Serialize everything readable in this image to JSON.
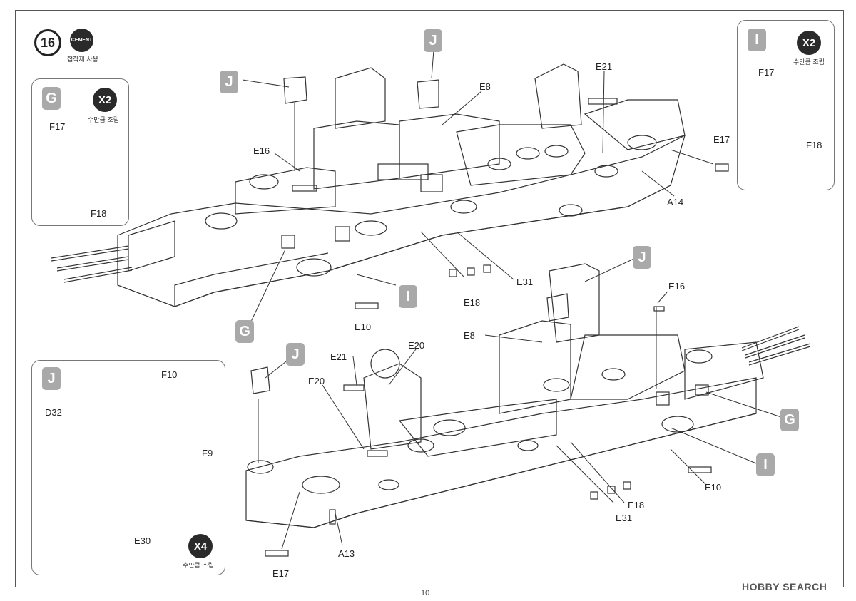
{
  "step": {
    "number": "16",
    "cement_label": "CEMENT",
    "cement_note": "접착제 사용"
  },
  "panel_g": {
    "letter": "G",
    "mult": "X2",
    "note": "수만큼 조립",
    "parts": [
      "F17",
      "F18"
    ]
  },
  "panel_i": {
    "letter": "I",
    "mult": "X2",
    "note": "수만큼 조립",
    "parts": [
      "F17",
      "F18"
    ]
  },
  "panel_j": {
    "letter": "J",
    "mult": "X4",
    "note": "수만큼 조립",
    "parts": [
      "F10",
      "D32",
      "F9",
      "E30"
    ]
  },
  "top_ship": {
    "callouts": [
      "J",
      "J",
      "I",
      "G"
    ],
    "parts": [
      "E8",
      "E21",
      "E16",
      "E17",
      "A14",
      "E31",
      "E18",
      "E10"
    ]
  },
  "bottom_ship": {
    "callouts": [
      "J",
      "J",
      "G",
      "I"
    ],
    "parts": [
      "E16",
      "E8",
      "E21",
      "E20",
      "E20",
      "E10",
      "E18",
      "E31",
      "A13",
      "E17"
    ]
  },
  "page_number": "10",
  "watermark": "HOBBY SEARCH"
}
